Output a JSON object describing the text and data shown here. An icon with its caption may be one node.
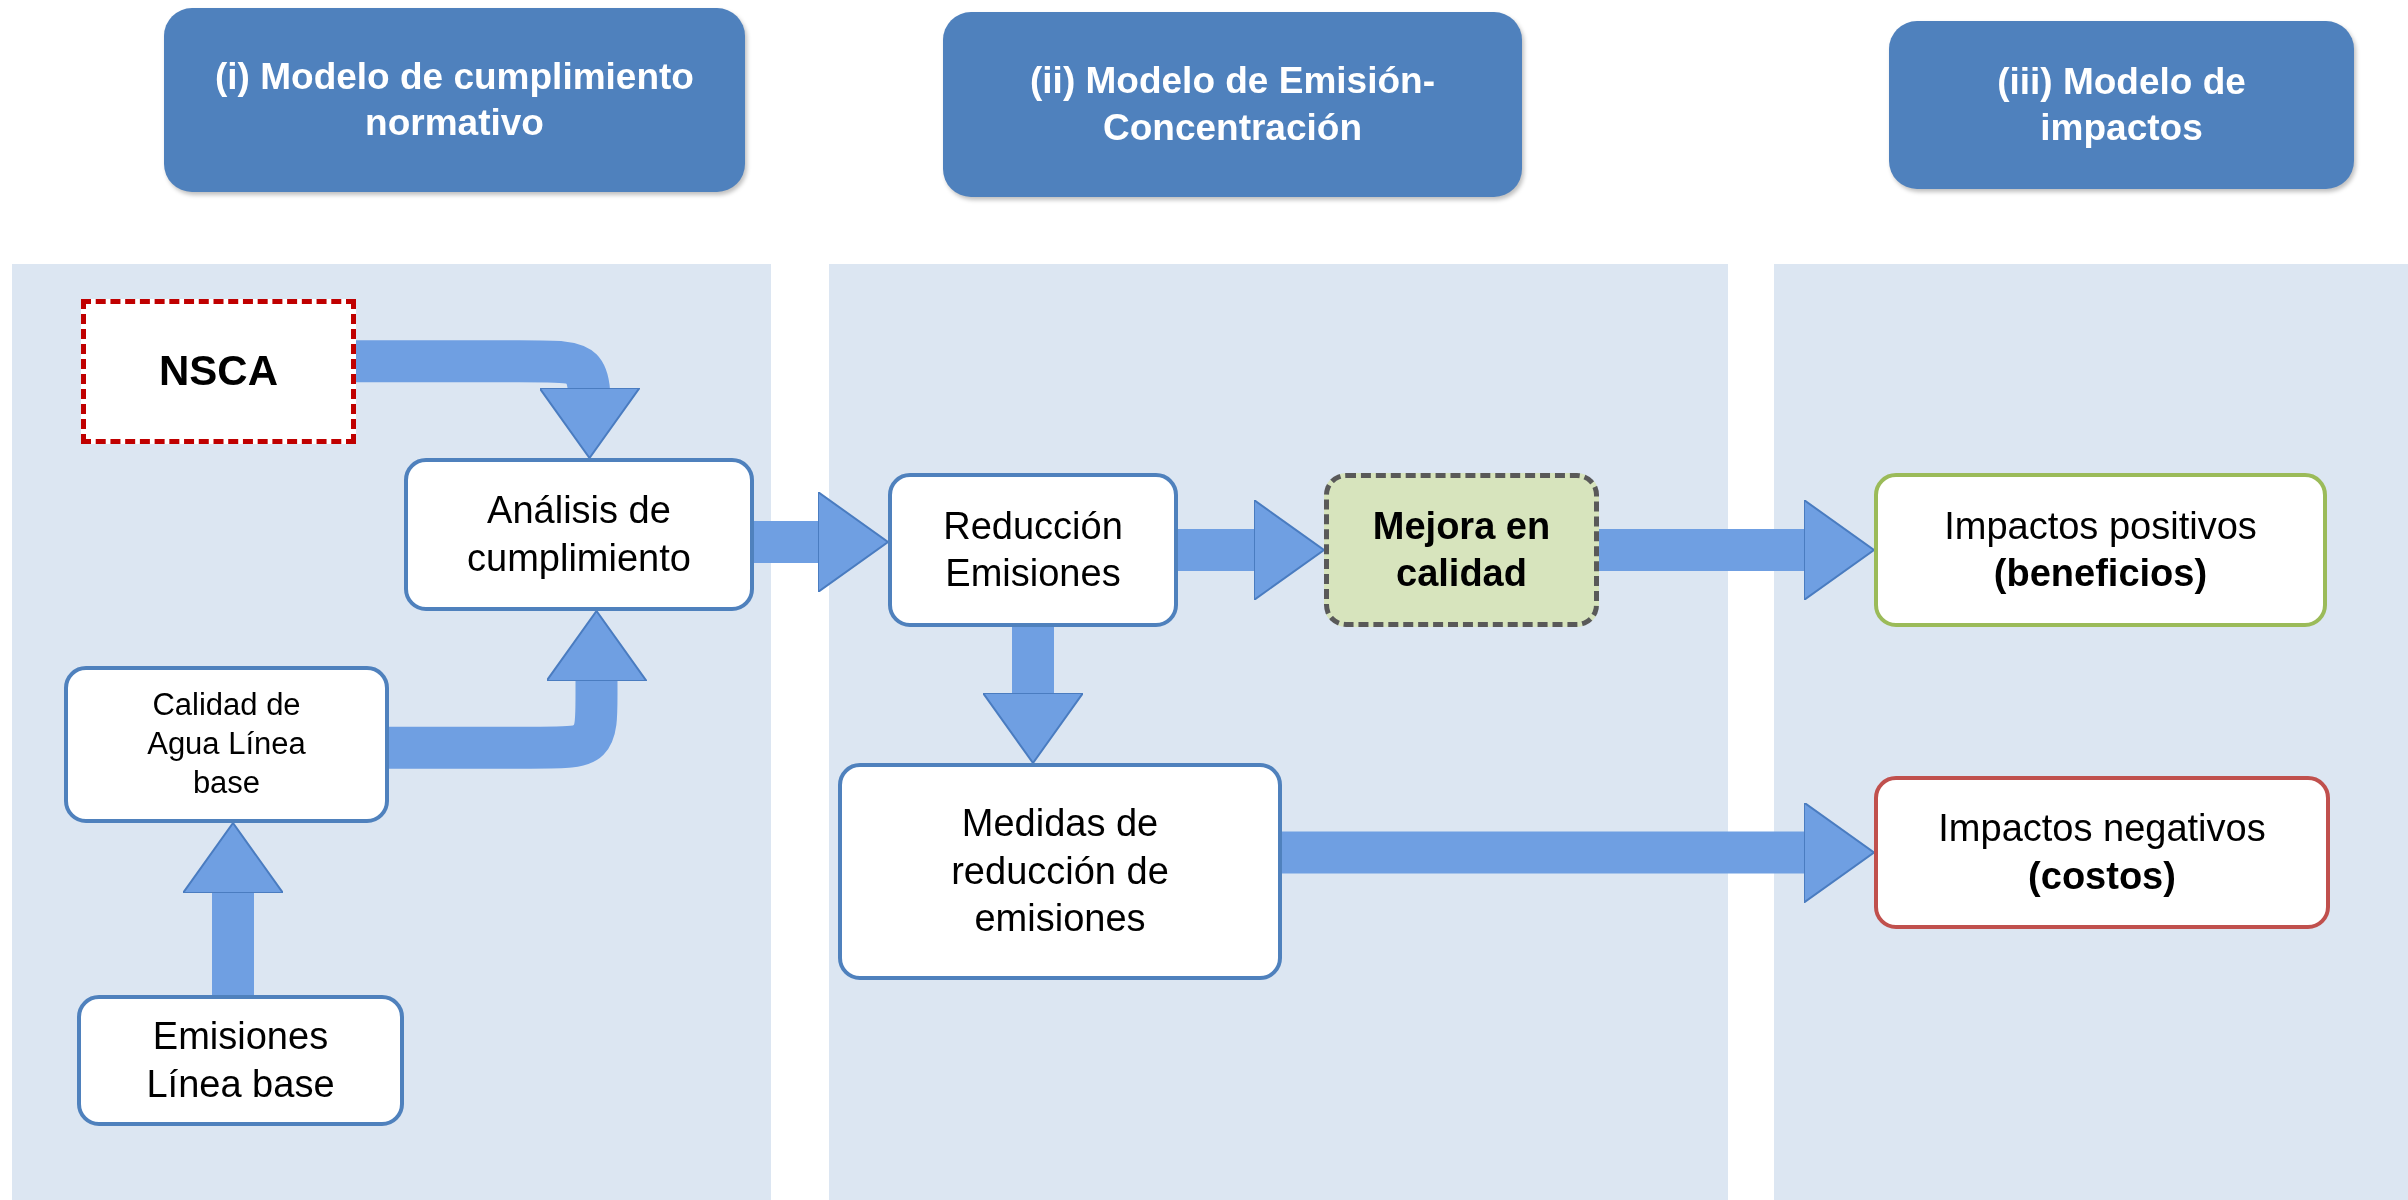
{
  "diagram": {
    "nodes": [
      {
        "text": [
          "(i) Modelo de cumplimiento normativo"
        ]
      },
      {
        "text": [
          "(ii) Modelo de Emisión-Concentración"
        ]
      },
      {
        "text": [
          "(iii) Modelo de impactos"
        ]
      },
      {
        "text": [
          "NSCA"
        ]
      },
      {
        "text": [
          "Análisis de cumplimiento"
        ]
      },
      {
        "text": [
          "Calidad de Agua Línea base"
        ]
      },
      {
        "text": [
          "Emisiones Línea base"
        ]
      },
      {
        "text": [
          "Reducción Emisiones"
        ]
      },
      {
        "text": [
          "Mejora en calidad"
        ]
      },
      {
        "text": [
          "Medidas de reducción de emisiones"
        ]
      },
      {
        "text": [
          "Impactos positivos **(beneficios)**"
        ]
      },
      {
        "text": [
          "Impactos negativos **(costos)**"
        ]
      }
    ],
    "edges": [
      {
        "from": 3,
        "to": 4,
        "arrow": "to"
      },
      {
        "from": 5,
        "to": 4,
        "arrow": "to"
      },
      {
        "from": 6,
        "to": 5,
        "arrow": "to"
      },
      {
        "from": 4,
        "to": 7,
        "arrow": "to"
      },
      {
        "from": 7,
        "to": 8,
        "arrow": "to"
      },
      {
        "from": 7,
        "to": 9,
        "arrow": "to"
      },
      {
        "from": 8,
        "to": 10,
        "arrow": "to"
      },
      {
        "from": 9,
        "to": 11,
        "arrow": "to"
      }
    ]
  }
}
